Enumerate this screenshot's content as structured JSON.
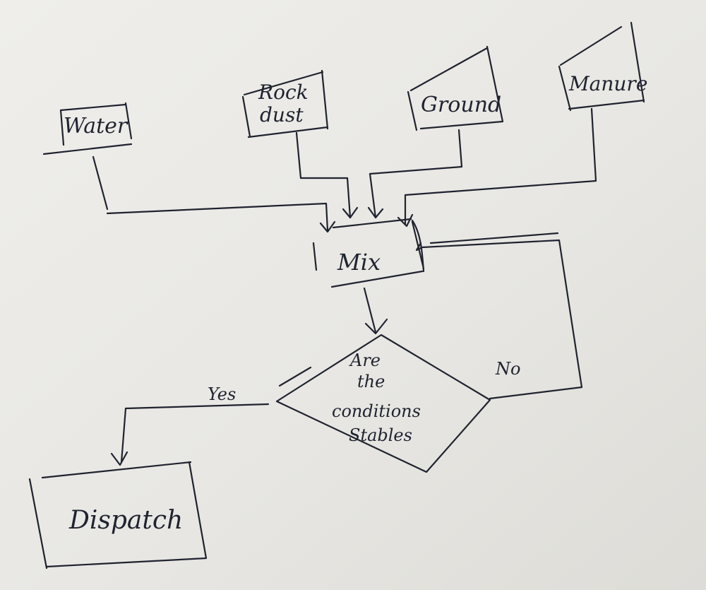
{
  "diagram": {
    "inputs": {
      "water": "Water",
      "rock_dust_line1": "Rock",
      "rock_dust_line2": "dust",
      "ground": "Ground",
      "manure": "Manure"
    },
    "process": {
      "mix": "Mix"
    },
    "decision": {
      "line1": "Are",
      "line2": "the",
      "line3": "conditions",
      "line4": "Stables"
    },
    "branches": {
      "yes": "Yes",
      "no": "No"
    },
    "output": {
      "dispatch": "Dispatch"
    }
  },
  "colors": {
    "paper": "#e9e8e4",
    "ink": "#1f2330"
  }
}
